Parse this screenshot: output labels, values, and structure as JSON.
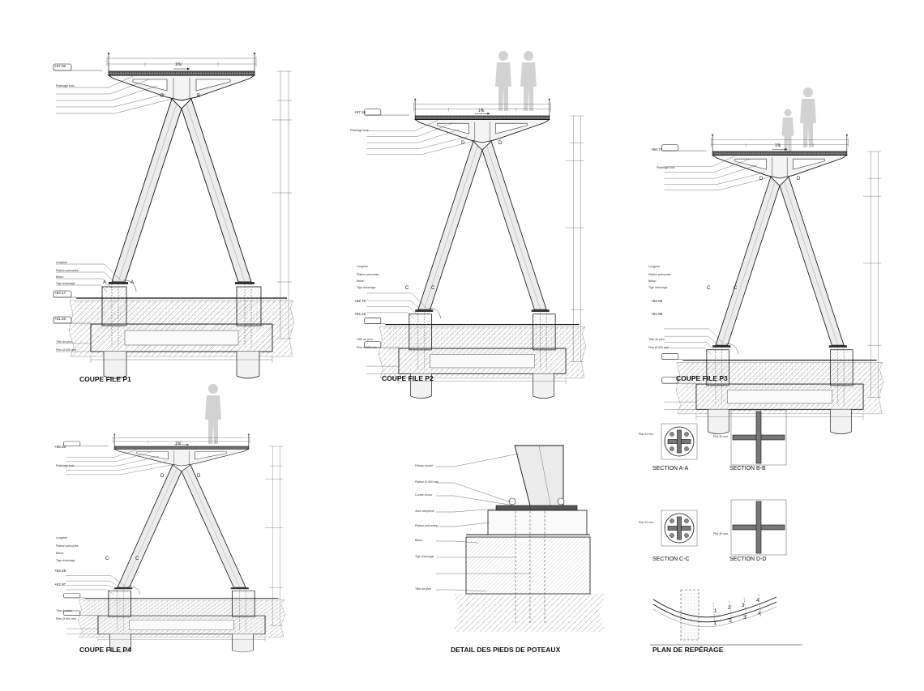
{
  "sections": [
    {
      "id": "p1",
      "title": "COUPE FILE P1",
      "elev_top": "+57.92",
      "elev_mid": "+52.17",
      "elev_low": "+51.20",
      "cut": "A",
      "pier_cut": "B",
      "callouts": [
        "Platelage bois",
        "Longrine",
        "Platine précoulée",
        "Béton",
        "Tige d'ancrage"
      ],
      "lower_callouts": [
        "Tête de pieu",
        "Pieu Ø 500 mm"
      ]
    },
    {
      "id": "p2",
      "title": "COUPE FILE P2",
      "elev_top": "+57.34",
      "elev_mid": "+52.70",
      "elev_low": "+52.22",
      "cut": "C",
      "pier_cut": "D",
      "callouts": [
        "Platelage bois",
        "Longrine",
        "Platine précoulée",
        "Béton",
        "Tige d'ancrage"
      ],
      "lower_callouts": [
        "Tête de pieu",
        "Pieu Ø 500 mm"
      ]
    },
    {
      "id": "p3",
      "title": "COUPE FILE P3",
      "elev_top": "+56.77",
      "elev_mid": "+53.06",
      "elev_low": "+52.58",
      "cut": "C",
      "pier_cut": "D",
      "callouts": [
        "Platelage bois",
        "Longrine",
        "Platine précoulée",
        "Béton",
        "Tige d'ancrage"
      ],
      "lower_callouts": [
        "Tête de pieu",
        "Pieu Ø 500 mm"
      ]
    },
    {
      "id": "p4",
      "title": "COUPE FILE P4",
      "elev_top": "+56.20",
      "elev_mid": "+53.45",
      "elev_low": "+52.97",
      "cut": "C",
      "pier_cut": "D",
      "callouts": [
        "Platelage bois",
        "Longrine",
        "Platine précoulée",
        "Béton",
        "Tige d'ancrage"
      ],
      "lower_callouts": [
        "Tête de pieu",
        "Pieu Ø 500 mm"
      ]
    }
  ],
  "slope": "1%",
  "detail": {
    "title": "DETAIL DES PIEDS DE POTEAUX",
    "callouts": [
      "Poteau soudé",
      "Platine Ø 400 mm",
      "Contre-écrou",
      "Joint néoprène",
      "Platine précoulée",
      "Béton",
      "Tige d'ancrage",
      "Tête de pieu"
    ]
  },
  "cross_sections": [
    {
      "title": "SECTION A-A",
      "note": "Plat 20 mm"
    },
    {
      "title": "SECTION B-B",
      "note": "Plat 30 mm"
    },
    {
      "title": "SECTION C-C",
      "note": "Plat 20 mm"
    },
    {
      "title": "SECTION D-D",
      "note": "Plat 30 mm"
    }
  ],
  "plan": {
    "title": "PLAN DE REPÉRAGE",
    "marks": [
      "1",
      "2",
      "3",
      "4",
      "1'",
      "2'",
      "3'",
      "4'"
    ]
  }
}
